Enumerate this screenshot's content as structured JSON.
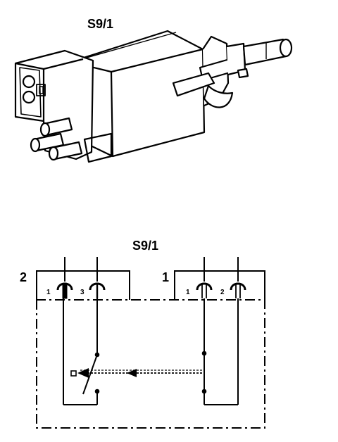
{
  "component": {
    "label": "S9/1"
  },
  "schematic": {
    "label": "S9/1",
    "connector_left": {
      "number": "2",
      "pins": [
        "1",
        "3"
      ]
    },
    "connector_right": {
      "number": "1",
      "pins": [
        "1",
        "2"
      ]
    }
  }
}
